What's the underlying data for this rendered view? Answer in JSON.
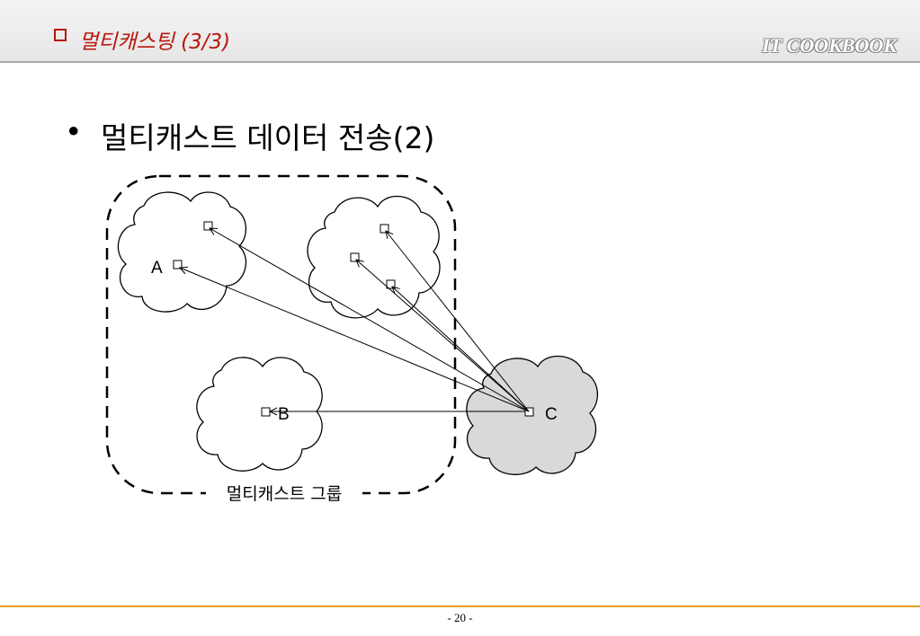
{
  "header": {
    "title": "멀티캐스팅 (3/3)",
    "brand": "IT COOKBOOK",
    "title_color": "#b8160c",
    "bullet_icon": "square-outline-icon"
  },
  "main": {
    "bullet": "•",
    "heading": "멀티캐스트 데이터 전송(2)"
  },
  "diagram": {
    "label_a": "A",
    "label_b": "B",
    "label_c": "C",
    "group_label": "멀티캐스트 그룹"
  },
  "footer": {
    "page": "- 20 -",
    "line_color": "#e8a21c"
  }
}
